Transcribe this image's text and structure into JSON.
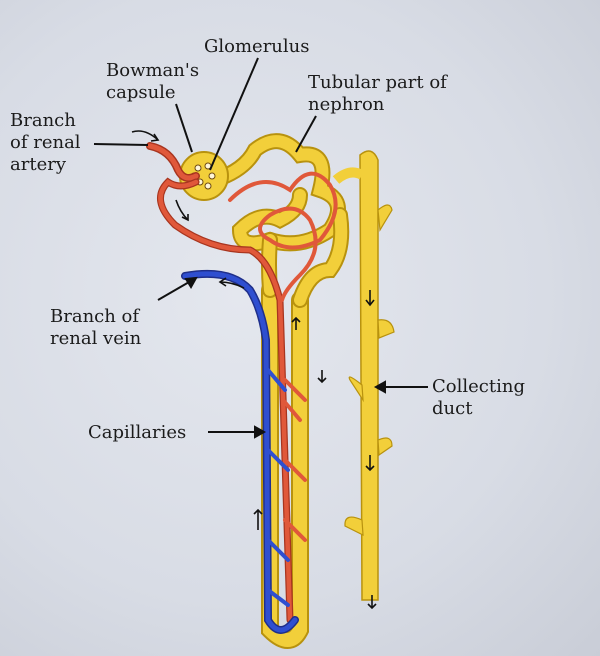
{
  "labels": {
    "glomerulus": "Glomerulus",
    "bowmans_capsule": [
      "Bowman's",
      "capsule"
    ],
    "tubular_part": [
      "Tubular part of",
      "nephron"
    ],
    "renal_artery": [
      "Branch",
      "of renal",
      "artery"
    ],
    "renal_vein": [
      "Branch of",
      "renal vein"
    ],
    "capillaries": "Capillaries",
    "collecting_duct": [
      "Collecting",
      "duct"
    ]
  },
  "colors": {
    "tubule": "#f2cf3a",
    "tubule_outline": "#b8920e",
    "artery": "#e0583a",
    "vein": "#2f4fd0",
    "pointer": "#111111"
  }
}
